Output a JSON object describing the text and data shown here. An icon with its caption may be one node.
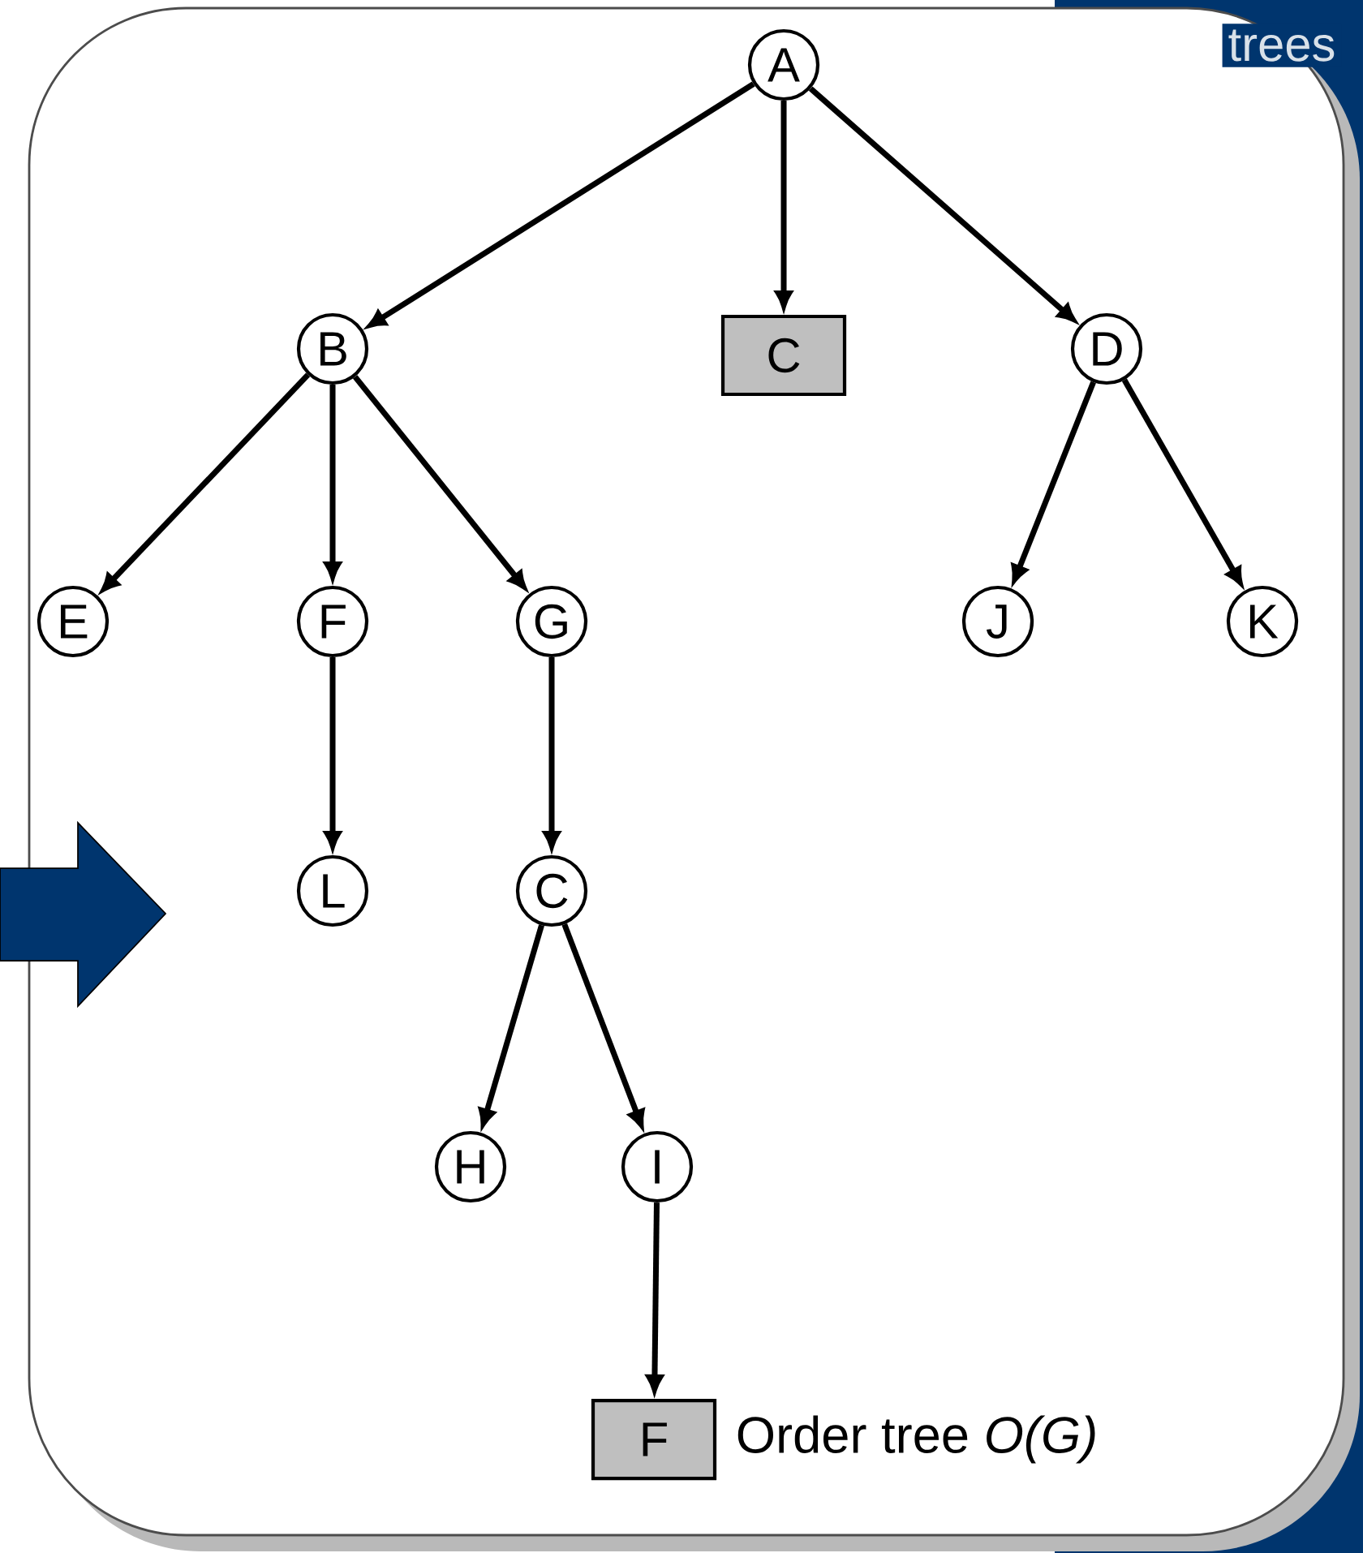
{
  "diagram": {
    "nodes": [
      {
        "text": [
          "A"
        ]
      },
      {
        "text": [
          "B"
        ]
      },
      {
        "text": [
          "C"
        ]
      },
      {
        "text": [
          "D"
        ]
      },
      {
        "text": [
          "E"
        ]
      },
      {
        "text": [
          "F"
        ]
      },
      {
        "text": [
          "G"
        ]
      },
      {
        "text": [
          "J"
        ]
      },
      {
        "text": [
          "K"
        ]
      },
      {
        "text": [
          "L"
        ]
      },
      {
        "text": [
          "C"
        ]
      },
      {
        "text": [
          "H"
        ]
      },
      {
        "text": [
          "I"
        ]
      },
      {
        "text": [
          "F"
        ]
      }
    ],
    "edges": [
      {
        "from": 0,
        "to": 1,
        "arrow": "to"
      },
      {
        "from": 0,
        "to": 2,
        "arrow": "to"
      },
      {
        "from": 0,
        "to": 3,
        "arrow": "to"
      },
      {
        "from": 1,
        "to": 4,
        "arrow": "to"
      },
      {
        "from": 1,
        "to": 5,
        "arrow": "to"
      },
      {
        "from": 1,
        "to": 6,
        "arrow": "to"
      },
      {
        "from": 3,
        "to": 7,
        "arrow": "to"
      },
      {
        "from": 3,
        "to": 8,
        "arrow": "to"
      },
      {
        "from": 5,
        "to": 9,
        "arrow": "to"
      },
      {
        "from": 6,
        "to": 10,
        "arrow": "to"
      },
      {
        "from": 10,
        "to": 11,
        "arrow": "to"
      },
      {
        "from": 10,
        "to": 12,
        "arrow": "to"
      },
      {
        "from": 12,
        "to": 13,
        "arrow": "to"
      }
    ],
    "labels": [
      "trees",
      "Order tree *O(G)*"
    ]
  }
}
